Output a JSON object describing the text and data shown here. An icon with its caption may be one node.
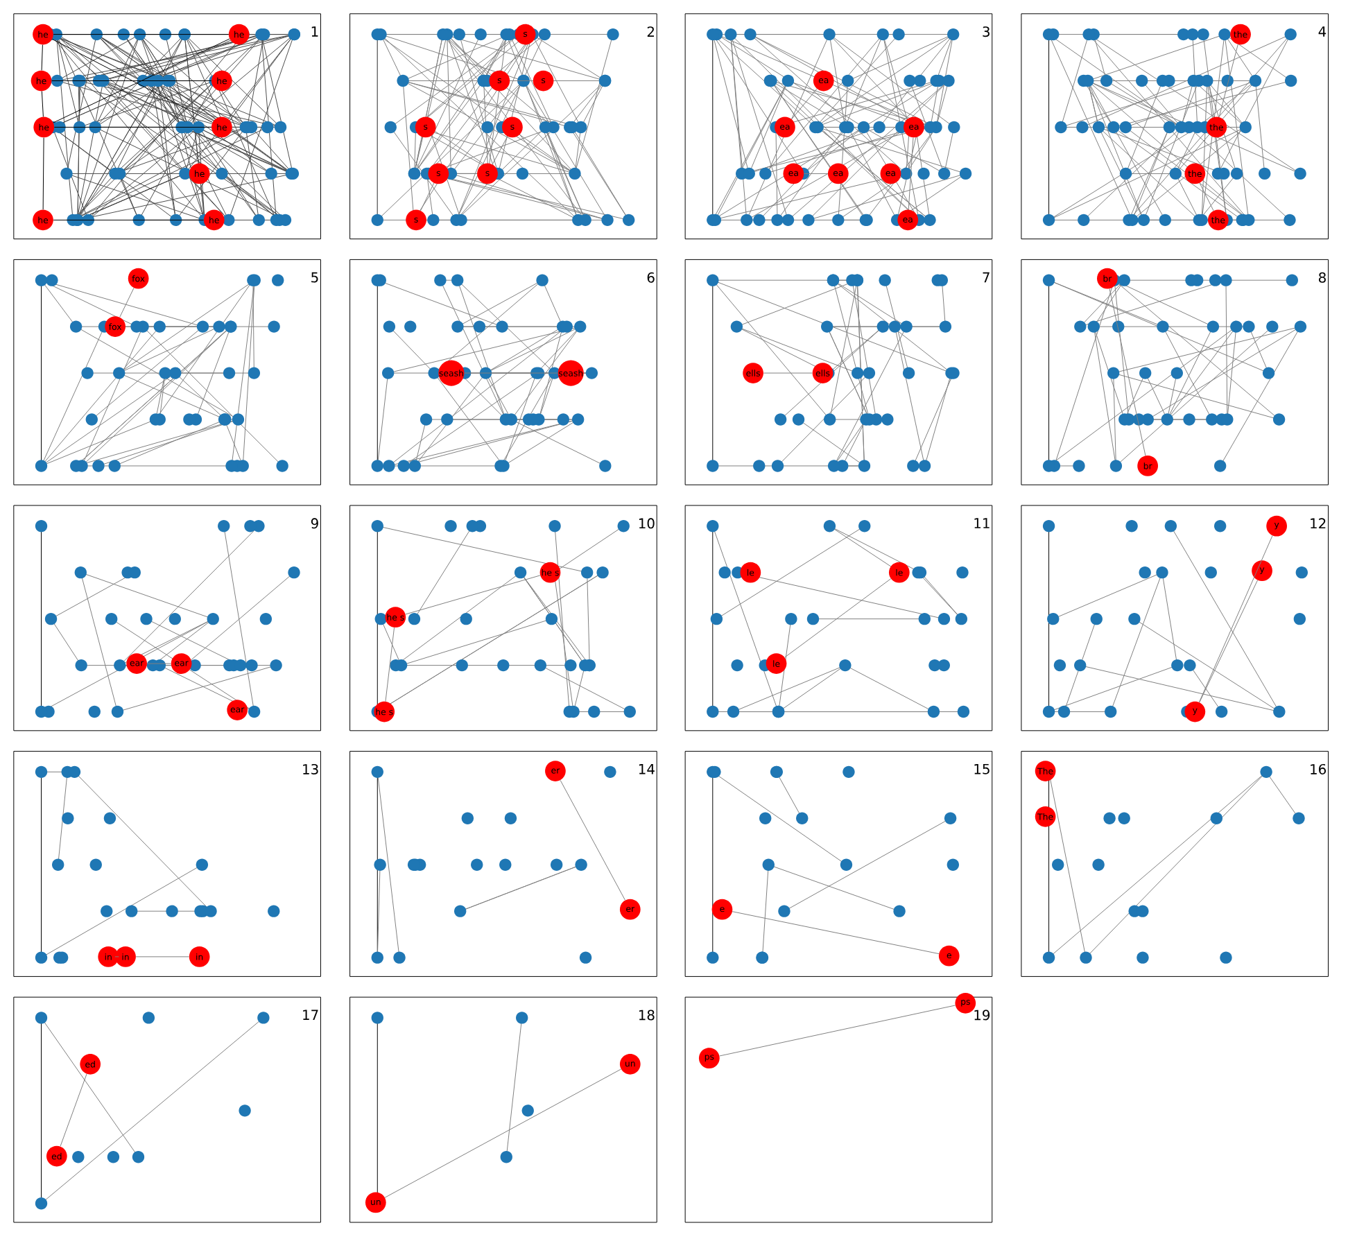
{
  "diagram": {
    "nodes": [
      {
        "text": [
          "1"
        ]
      },
      {
        "text": [
          "he"
        ],
        "in": 0
      },
      {
        "text": [
          "he"
        ],
        "in": 0
      },
      {
        "text": [
          "he"
        ],
        "in": 0
      },
      {
        "text": [
          "he"
        ],
        "in": 0
      },
      {
        "text": [
          "he"
        ],
        "in": 0
      },
      {
        "text": [
          "he"
        ],
        "in": 0
      },
      {
        "text": [
          "he"
        ],
        "in": 0
      },
      {
        "text": [
          "he"
        ],
        "in": 0
      },
      {
        "text": [
          "he"
        ],
        "in": 0
      },
      {
        "text": [
          "2"
        ]
      },
      {
        "text": [
          "s"
        ],
        "in": 10
      },
      {
        "text": [
          "s"
        ],
        "in": 10
      },
      {
        "text": [
          "s"
        ],
        "in": 10
      },
      {
        "text": [
          "s"
        ],
        "in": 10
      },
      {
        "text": [
          "s"
        ],
        "in": 10
      },
      {
        "text": [
          "s"
        ],
        "in": 10
      },
      {
        "text": [
          "s"
        ],
        "in": 10
      },
      {
        "text": [
          "s"
        ],
        "in": 10
      },
      {
        "text": [
          "3"
        ]
      },
      {
        "text": [
          "ea"
        ],
        "in": 19
      },
      {
        "text": [
          "ea"
        ],
        "in": 19
      },
      {
        "text": [
          "ea"
        ],
        "in": 19
      },
      {
        "text": [
          "ea"
        ],
        "in": 19
      },
      {
        "text": [
          "ea"
        ],
        "in": 19
      },
      {
        "text": [
          "ea"
        ],
        "in": 19
      },
      {
        "text": [
          "ea"
        ],
        "in": 19
      },
      {
        "text": [
          "4"
        ]
      },
      {
        "text": [
          "the"
        ],
        "in": 27
      },
      {
        "text": [
          "the"
        ],
        "in": 27
      },
      {
        "text": [
          "the"
        ],
        "in": 27
      },
      {
        "text": [
          "the"
        ],
        "in": 27
      },
      {
        "text": [
          "5"
        ]
      },
      {
        "text": [
          "fox"
        ],
        "in": 32
      },
      {
        "text": [
          "fox"
        ],
        "in": 32
      },
      {
        "text": [
          "6"
        ]
      },
      {
        "text": [
          "seash"
        ],
        "in": 35
      },
      {
        "text": [
          "seash"
        ],
        "in": 35
      },
      {
        "text": [
          "7"
        ]
      },
      {
        "text": [
          "ells"
        ],
        "in": 38
      },
      {
        "text": [
          "ells"
        ],
        "in": 38
      },
      {
        "text": [
          "8"
        ]
      },
      {
        "text": [
          "br"
        ],
        "in": 41
      },
      {
        "text": [
          "br"
        ],
        "in": 41
      },
      {
        "text": [
          "9"
        ]
      },
      {
        "text": [
          "ear"
        ],
        "in": 44
      },
      {
        "text": [
          "ear"
        ],
        "in": 44
      },
      {
        "text": [
          "ear"
        ],
        "in": 44
      },
      {
        "text": [
          "10"
        ]
      },
      {
        "text": [
          "he s"
        ],
        "in": 48
      },
      {
        "text": [
          "he s"
        ],
        "in": 48
      },
      {
        "text": [
          "he s"
        ],
        "in": 48
      },
      {
        "text": [
          "11"
        ]
      },
      {
        "text": [
          "le"
        ],
        "in": 52
      },
      {
        "text": [
          "le"
        ],
        "in": 52
      },
      {
        "text": [
          "le"
        ],
        "in": 52
      },
      {
        "text": [
          "12"
        ]
      },
      {
        "text": [
          "y"
        ],
        "in": 56
      },
      {
        "text": [
          "y"
        ],
        "in": 56
      },
      {
        "text": [
          "y"
        ],
        "in": 56
      },
      {
        "text": [
          "13"
        ]
      },
      {
        "text": [
          "in"
        ],
        "in": 60
      },
      {
        "text": [
          "in"
        ],
        "in": 60
      },
      {
        "text": [
          "in"
        ],
        "in": 60
      },
      {
        "text": [
          "14"
        ]
      },
      {
        "text": [
          "er"
        ],
        "in": 64
      },
      {
        "text": [
          "er"
        ],
        "in": 64
      },
      {
        "text": [
          "15"
        ]
      },
      {
        "text": [
          "e"
        ],
        "in": 67
      },
      {
        "text": [
          "e"
        ],
        "in": 67
      },
      {
        "text": [
          "16"
        ]
      },
      {
        "text": [
          "The"
        ],
        "in": 70
      },
      {
        "text": [
          "The"
        ],
        "in": 70
      },
      {
        "text": [
          "17"
        ]
      },
      {
        "text": [
          "ed"
        ],
        "in": 73
      },
      {
        "text": [
          "ed"
        ],
        "in": 73
      },
      {
        "text": [
          "18"
        ]
      },
      {
        "text": [
          "un"
        ],
        "in": 76
      },
      {
        "text": [
          "un"
        ],
        "in": 76
      },
      {
        "text": [
          "19"
        ]
      },
      {
        "text": [
          "ps"
        ],
        "in": 79
      },
      {
        "text": [
          "ps"
        ],
        "in": 79
      }
    ],
    "edges": [
      {
        "from": 1,
        "to": 2,
        "arrow": "none",
        "color": "#000000"
      },
      {
        "from": 1,
        "to": 3,
        "arrow": "none",
        "color": "#000000"
      },
      {
        "from": 3,
        "to": 5,
        "arrow": "none",
        "color": "#000000"
      },
      {
        "from": 5,
        "to": 8,
        "arrow": "none",
        "color": "#000000"
      },
      {
        "from": 3,
        "to": 4,
        "arrow": "none",
        "color": "#000000"
      },
      {
        "from": 5,
        "to": 6,
        "arrow": "none",
        "color": "#000000"
      },
      {
        "from": 8,
        "to": 9,
        "arrow": "none",
        "color": "#000000"
      },
      {
        "from": 1,
        "to": 6,
        "arrow": "none",
        "color": "#000000"
      },
      {
        "from": 2,
        "to": 5,
        "arrow": "none",
        "color": "#000000"
      },
      {
        "from": 12,
        "to": 13,
        "arrow": "none"
      },
      {
        "from": 15,
        "to": 17,
        "arrow": "none"
      },
      {
        "from": 16,
        "to": 18,
        "arrow": "none"
      },
      {
        "from": 20,
        "to": 21,
        "arrow": "none"
      },
      {
        "from": 22,
        "to": 26,
        "arrow": "none"
      },
      {
        "from": 23,
        "to": 24,
        "arrow": "none"
      },
      {
        "from": 28,
        "to": 29,
        "arrow": "none"
      },
      {
        "from": 30,
        "to": 31,
        "arrow": "none"
      },
      {
        "from": 33,
        "to": 34,
        "arrow": "none"
      },
      {
        "from": 36,
        "to": 37,
        "arrow": "none"
      },
      {
        "from": 39,
        "to": 40,
        "arrow": "none"
      },
      {
        "from": 42,
        "to": 43,
        "arrow": "none"
      },
      {
        "from": 45,
        "to": 46,
        "arrow": "none"
      },
      {
        "from": 49,
        "to": 50,
        "arrow": "none"
      },
      {
        "from": 50,
        "to": 51,
        "arrow": "none"
      },
      {
        "from": 54,
        "to": 55,
        "arrow": "none"
      },
      {
        "from": 58,
        "to": 59,
        "arrow": "none"
      },
      {
        "from": 57,
        "to": 59,
        "arrow": "none"
      },
      {
        "from": 61,
        "to": 62,
        "arrow": "none"
      },
      {
        "from": 62,
        "to": 63,
        "arrow": "none"
      },
      {
        "from": 65,
        "to": 66,
        "arrow": "none"
      },
      {
        "from": 68,
        "to": 69,
        "arrow": "none"
      },
      {
        "from": 74,
        "to": 75,
        "arrow": "none"
      },
      {
        "from": 77,
        "to": 78,
        "arrow": "none"
      },
      {
        "from": 80,
        "to": 81,
        "arrow": "none"
      }
    ]
  }
}
